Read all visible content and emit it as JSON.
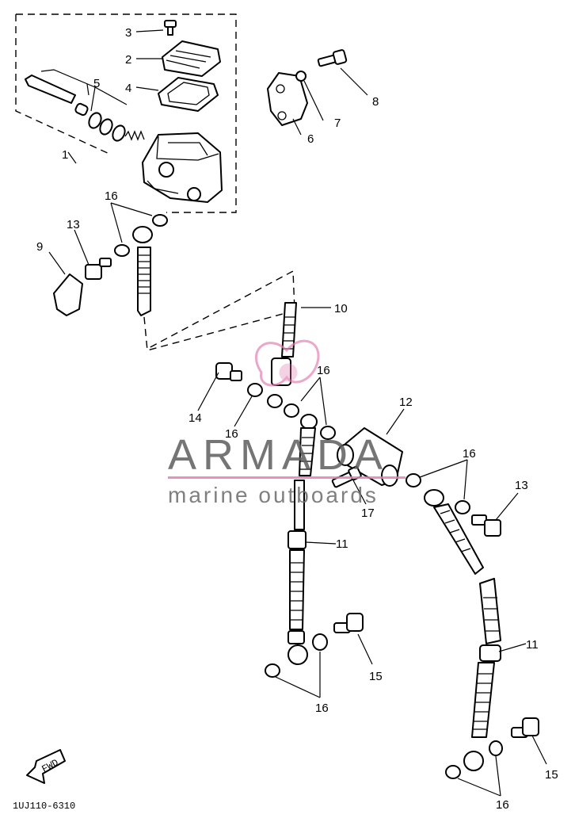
{
  "diagram": {
    "code": "1UJ110-6310",
    "forward_label": "FWD",
    "callouts": {
      "c1": "1",
      "c2": "2",
      "c3": "3",
      "c4": "4",
      "c5": "5",
      "c6": "6",
      "c7": "7",
      "c8": "8",
      "c9": "9",
      "c10": "10",
      "c11a": "11",
      "c11b": "11",
      "c12": "12",
      "c13a": "13",
      "c13b": "13",
      "c14": "14",
      "c15a": "15",
      "c15b": "15",
      "c16a": "16",
      "c16b": "16",
      "c16c": "16",
      "c16d": "16",
      "c16e": "16",
      "c16f": "16",
      "c17": "17"
    }
  },
  "watermark": {
    "brand": "ARMADA",
    "tagline": "marine outboards",
    "accent_color": "#e27fb2"
  }
}
